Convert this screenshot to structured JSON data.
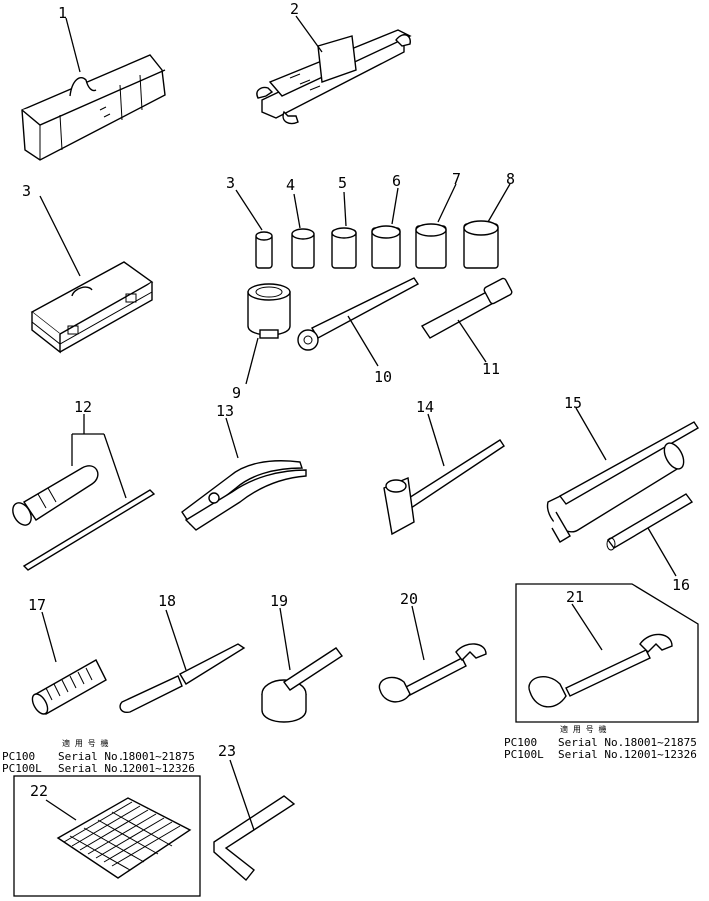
{
  "callouts": [
    "1",
    "2",
    "3",
    "3",
    "4",
    "5",
    "6",
    "7",
    "8",
    "9",
    "10",
    "11",
    "12",
    "13",
    "14",
    "15",
    "16",
    "17",
    "18",
    "19",
    "20",
    "21",
    "22",
    "23"
  ],
  "serial_blocks": [
    {
      "heading": "適 用 号 機",
      "lines": [
        {
          "model": "PC100",
          "label": "Serial No.",
          "range": "18001~21875"
        },
        {
          "model": "PC100L",
          "label": "Serial No.",
          "range": "12001~12326"
        }
      ]
    },
    {
      "heading": "適 用 号 機",
      "lines": [
        {
          "model": "PC100",
          "label": "Serial No.",
          "range": "18001~21875"
        },
        {
          "model": "PC100L",
          "label": "Serial No.",
          "range": "12001~12326"
        }
      ]
    }
  ],
  "parts": [
    "tool-bag-icon",
    "wrench-set-icon",
    "tool-box-icon",
    "socket-4-icon",
    "socket-5-icon",
    "socket-6-icon",
    "socket-7-icon",
    "socket-8-icon",
    "socket-9-icon",
    "large-socket-icon",
    "ratchet-handle-icon",
    "extension-bar-icon",
    "screwdriver-icon",
    "pliers-icon",
    "hammer-icon",
    "grease-gun-icon",
    "grease-nozzle-icon",
    "spring-icon",
    "scraper-icon",
    "filter-wrench-icon",
    "spanner-20-icon",
    "spanner-21-icon",
    "filter-element-icon",
    "hex-key-icon"
  ],
  "colors": {
    "ink": "#000000",
    "paper": "#ffffff"
  }
}
